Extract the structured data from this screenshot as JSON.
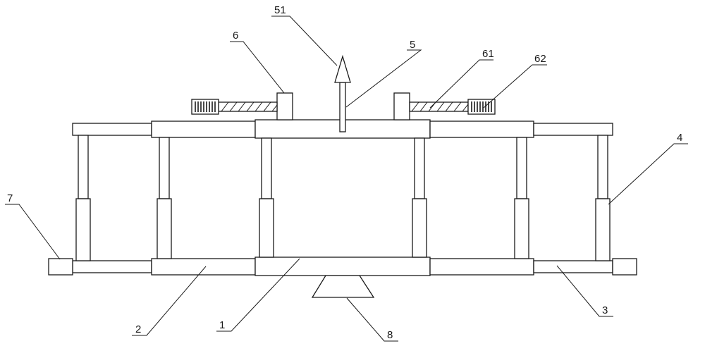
{
  "labels": {
    "l1": "1",
    "l2": "2",
    "l3": "3",
    "l4": "4",
    "l5": "5",
    "l51": "51",
    "l6": "6",
    "l61": "61",
    "l62": "62",
    "l7": "7",
    "l8": "8"
  }
}
